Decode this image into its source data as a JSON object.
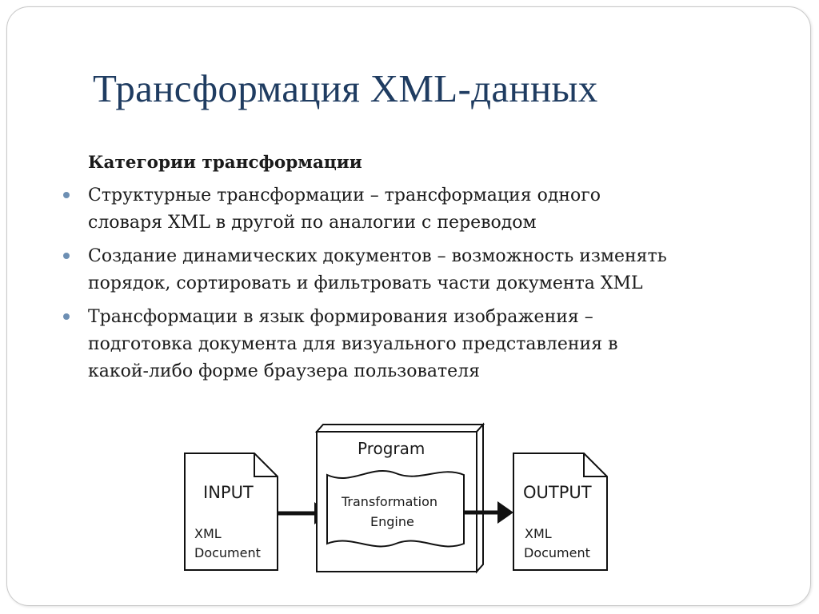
{
  "slide": {
    "title": "Трансформация XML-данных",
    "subheading": "Категории трансформации",
    "bullets": [
      {
        "text": "Структурные трансформации – трансформация одного\nсловаря XML в другой по аналогии с переводом"
      },
      {
        "text": "Создание динамических документов – возможность изменять\nпорядок, сортировать и фильтровать части документа XML"
      },
      {
        "text": "Трансформации в язык формирования изображения –\nподготовка документа для визуального представления в\nкакой-либо форме браузера пользователя"
      }
    ],
    "colors": {
      "title": "#1f3c61",
      "bullet": "#6d8fb3"
    }
  },
  "diagram": {
    "input": {
      "label": "INPUT",
      "sub_line1": "XML",
      "sub_line2": "Document"
    },
    "program": {
      "label": "Program",
      "engine_line1": "Transformation",
      "engine_line2": "Engine"
    },
    "output": {
      "label": "OUTPUT",
      "sub_line1": "XML",
      "sub_line2": "Document"
    }
  }
}
